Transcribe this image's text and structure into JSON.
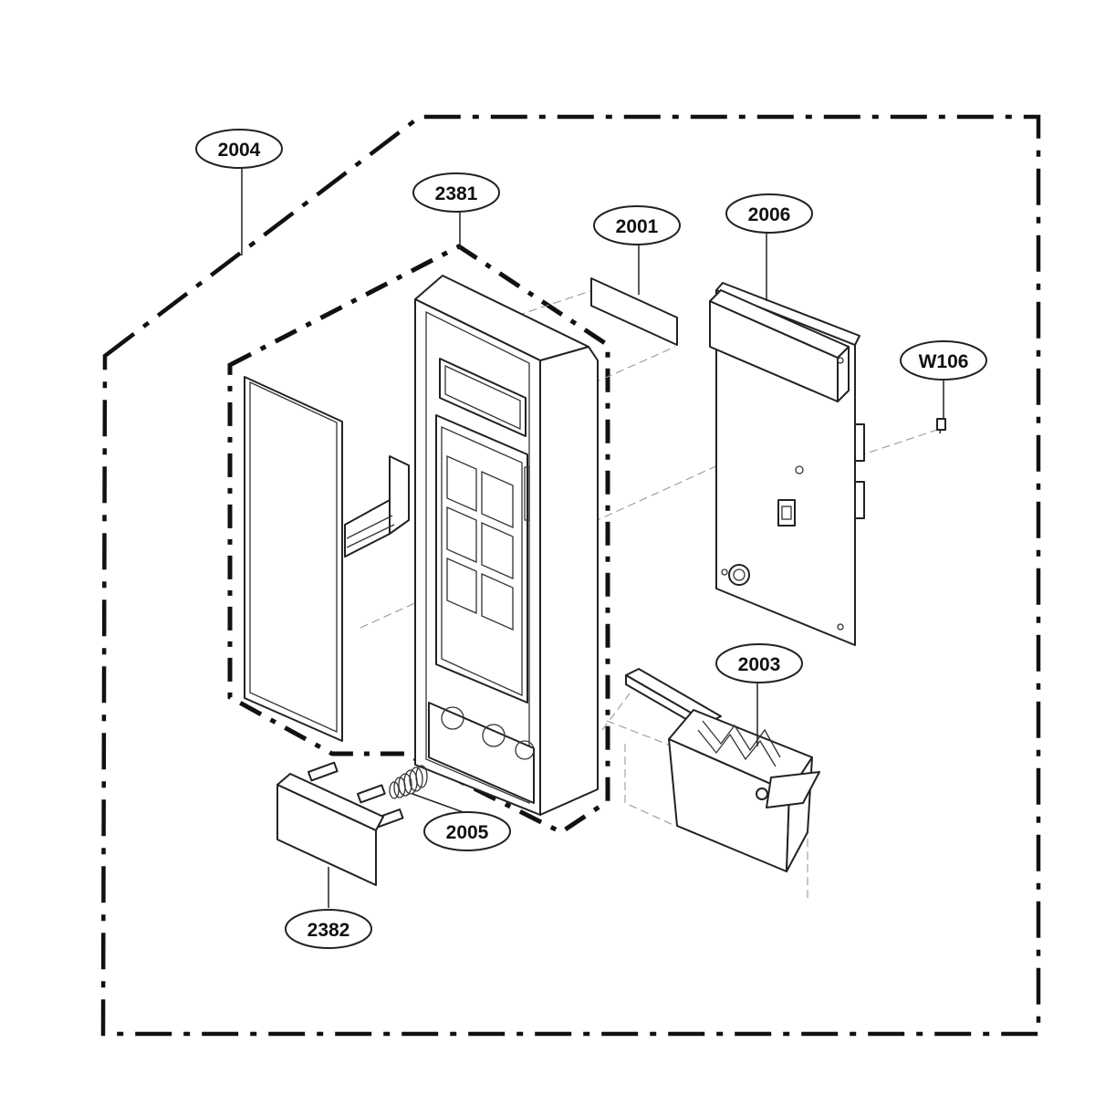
{
  "callouts": {
    "c2004": "2004",
    "c2381": "2381",
    "c2001": "2001",
    "c2006": "2006",
    "cW106": "W106",
    "c2003": "2003",
    "c2005": "2005",
    "c2382": "2382"
  }
}
